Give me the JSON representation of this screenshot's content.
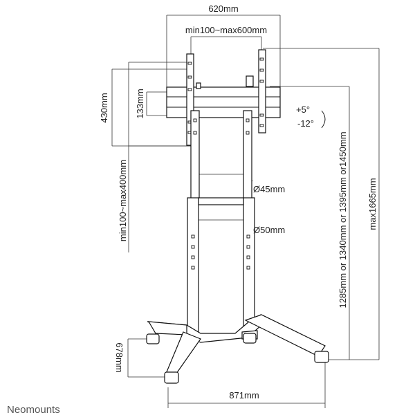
{
  "dimensions": {
    "width_total": "620mm",
    "width_vesa": "min100~max600mm",
    "height_bracket": "430mm",
    "height_inner": "133mm",
    "vesa_vertical": "min100~max400mm",
    "tilt_up": "+5°",
    "tilt_down": "-12°",
    "pole_upper": "Ø45mm",
    "pole_lower": "Ø50mm",
    "height_options": "1285mm or 1340mm or 1395mm or1450mm",
    "height_max": "max1665mm",
    "base_depth": "678mm",
    "base_width": "871mm"
  },
  "brand": {
    "name": "Neomounts"
  },
  "colors": {
    "line": "#111111",
    "text": "#222222",
    "brand": "#555555"
  }
}
